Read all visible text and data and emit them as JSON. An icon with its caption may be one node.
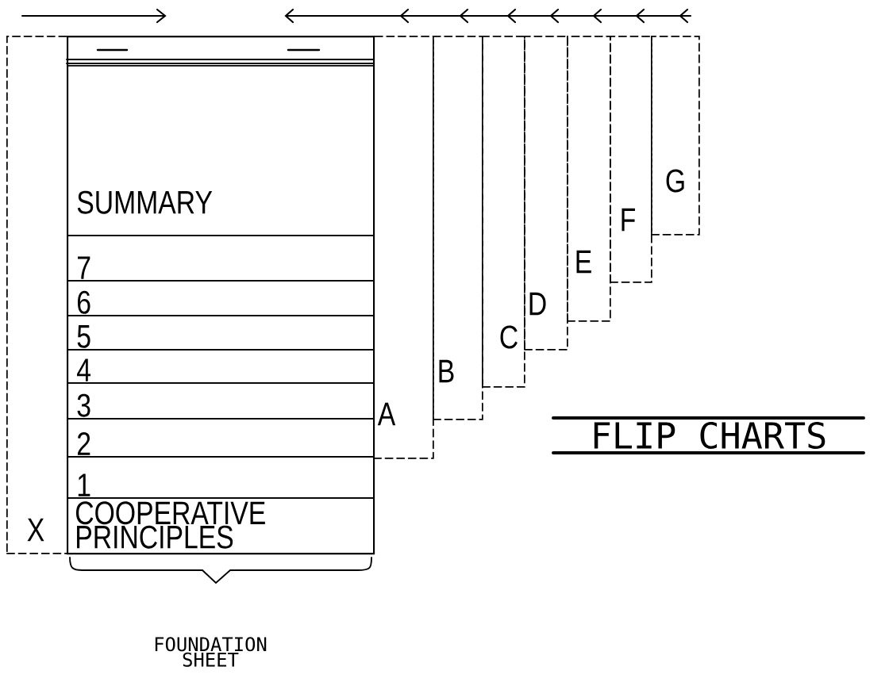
{
  "diagram": {
    "nodes": [
      {
        "text": [],
        "shape": "box"
      },
      {
        "text": [
          "SUMMARY"
        ],
        "in": 0
      },
      {
        "text": [
          "7"
        ],
        "in": 0
      },
      {
        "text": [
          "6"
        ],
        "in": 0
      },
      {
        "text": [
          "5"
        ],
        "in": 0
      },
      {
        "text": [
          "4"
        ],
        "in": 0
      },
      {
        "text": [
          "3"
        ],
        "in": 0
      },
      {
        "text": [
          "2"
        ],
        "in": 0
      },
      {
        "text": [
          "1"
        ],
        "in": 0
      },
      {
        "text": [
          "COOPERATIVE PRINCIPLES"
        ],
        "in": 0
      },
      {
        "text": [
          "X"
        ]
      },
      {
        "text": [
          "A"
        ]
      },
      {
        "text": [
          "B"
        ]
      },
      {
        "text": [
          "C"
        ]
      },
      {
        "text": [
          "D"
        ]
      },
      {
        "text": [
          "E"
        ]
      },
      {
        "text": [
          "F"
        ]
      },
      {
        "text": [
          "G"
        ]
      }
    ],
    "labels": [
      "FOUNDATION SHEET",
      "FLIP CHARTS"
    ]
  }
}
